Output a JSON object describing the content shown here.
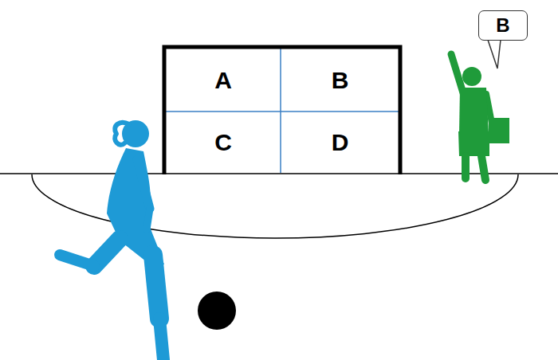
{
  "diagram": {
    "nodes": [
      {
        "text": [
          "A"
        ]
      },
      {
        "text": [
          "B"
        ]
      },
      {
        "text": [
          "C"
        ]
      },
      {
        "text": [
          "D"
        ]
      },
      {
        "text": [
          "B"
        ]
      }
    ]
  }
}
